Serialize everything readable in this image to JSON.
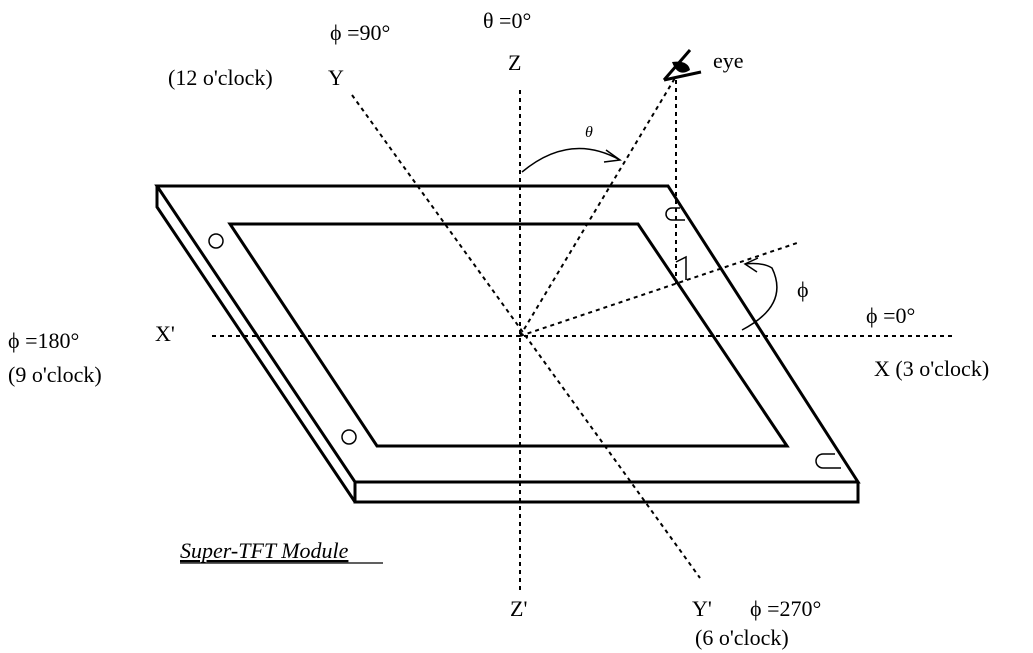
{
  "labels": {
    "theta_zero": "θ =0°",
    "phi_90": "ϕ =90°",
    "twelve_oclock": "(12 o'clock)",
    "y_axis": "Y",
    "z_axis": "Z",
    "eye": "eye",
    "theta": "θ",
    "phi": "ϕ",
    "phi_0": "ϕ =0°",
    "phi_180": "ϕ =180°",
    "x_prime": "X'",
    "nine_oclock": "(9 o'clock)",
    "x_three_oclock": "X (3 o'clock)",
    "z_prime": "Z'",
    "y_prime": "Y'",
    "phi_270": "ϕ =270°",
    "six_oclock": "(6 o'clock)",
    "module_caption": "Super-TFT Module"
  }
}
